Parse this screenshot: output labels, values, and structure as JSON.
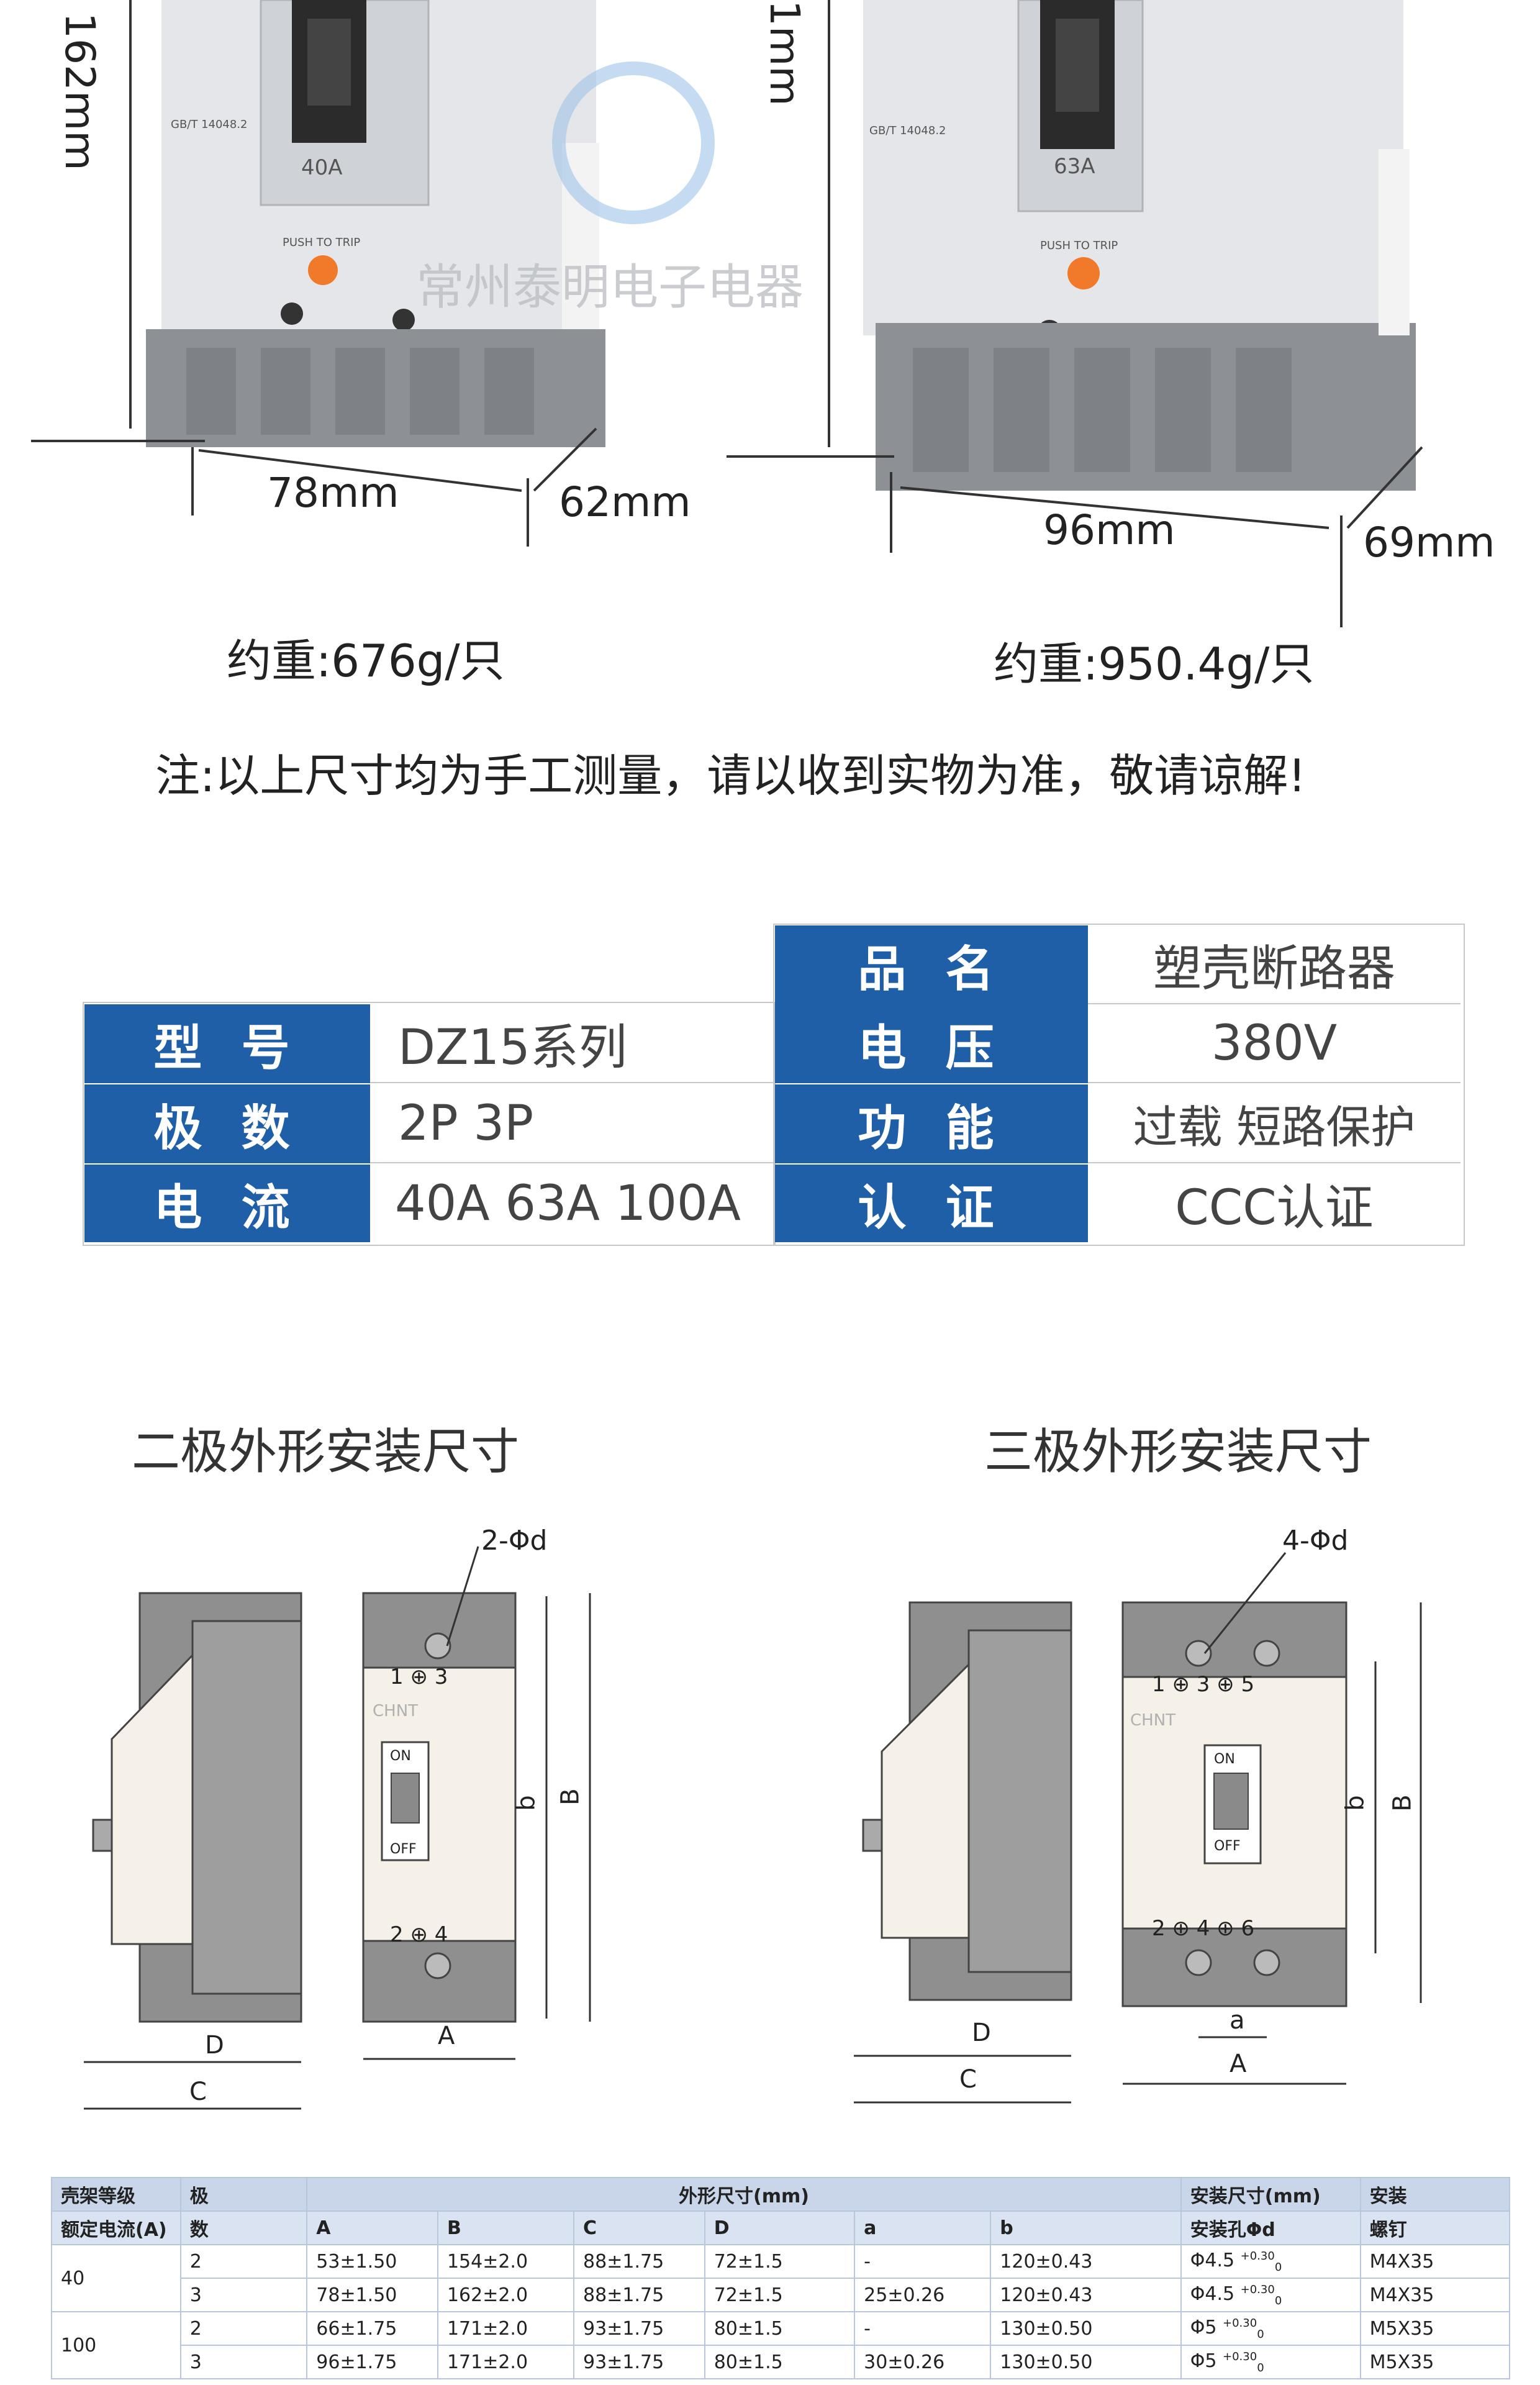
{
  "photo": {
    "left": {
      "height_label": "162mm",
      "width_label": "78mm",
      "depth_label": "62mm",
      "breaker_rating": "40A",
      "push_label": "PUSH TO TRIP",
      "standard": "GB/T 14048.2",
      "weight": "约重:676g/只"
    },
    "right": {
      "height_label": "1mm",
      "width_label": "96mm",
      "depth_label": "69mm",
      "breaker_rating": "63A",
      "push_label": "PUSH TO TRIP",
      "standard": "GB/T 14048.2",
      "weight": "约重:950.4g/只"
    },
    "watermark": "常州泰明电子电器"
  },
  "note": "注:以上尺寸均为手工测量，请以收到实物为准，敬请谅解!",
  "spec": {
    "rows": [
      {
        "label": "品 名",
        "value": "塑壳断路器"
      },
      {
        "label": "型 号",
        "value": "DZ15系列"
      },
      {
        "label": "电 压",
        "value": "380V"
      },
      {
        "label": "极 数",
        "value": "2P 3P"
      },
      {
        "label": "功 能",
        "value": "过载 短路保护"
      },
      {
        "label": "电 流",
        "value": "40A 63A 100A"
      },
      {
        "label": "认 证",
        "value": "CCC认证"
      }
    ]
  },
  "drawings": {
    "two_pole_title": "二极外形安装尺寸",
    "three_pole_title": "三极外形安装尺寸",
    "two_pole_hole": "2-Φd",
    "three_pole_hole": "4-Φd",
    "brand": "CHNT",
    "on": "ON",
    "off": "OFF",
    "letter_A": "A",
    "letter_B": "B",
    "letter_b": "b",
    "letter_C": "C",
    "letter_D": "D",
    "letter_a": "a",
    "two_top_terms": "1 ⊕ 3",
    "two_bot_terms": "2 ⊕ 4",
    "three_top_terms": "1 ⊕ 3 ⊕ 5",
    "three_bot_terms": "2 ⊕ 4 ⊕ 6"
  },
  "table": {
    "h1": [
      "壳架等级",
      "极",
      "外形尺寸(mm)",
      "安装尺寸(mm)",
      "安装"
    ],
    "h2": [
      "额定电流(A)",
      "数",
      "A",
      "B",
      "C",
      "D",
      "a",
      "b",
      "安装孔Φd",
      "螺钉"
    ],
    "groups": [
      {
        "rating": "40",
        "rows": [
          [
            "2",
            "53±1.50",
            "154±2.0",
            "88±1.75",
            "72±1.5",
            "-",
            "120±0.43",
            "Φ4.5",
            "+0.30",
            "0",
            "M4X35"
          ],
          [
            "3",
            "78±1.50",
            "162±2.0",
            "88±1.75",
            "72±1.5",
            "25±0.26",
            "120±0.43",
            "Φ4.5",
            "+0.30",
            "0",
            "M4X35"
          ]
        ]
      },
      {
        "rating": "100",
        "rows": [
          [
            "2",
            "66±1.75",
            "171±2.0",
            "93±1.75",
            "80±1.5",
            "-",
            "130±0.50",
            "Φ5",
            "+0.30",
            "0",
            "M5X35"
          ],
          [
            "3",
            "96±1.75",
            "171±2.0",
            "93±1.75",
            "80±1.5",
            "30±0.26",
            "130±0.50",
            "Φ5",
            "+0.30",
            "0",
            "M5X35"
          ]
        ]
      }
    ]
  }
}
